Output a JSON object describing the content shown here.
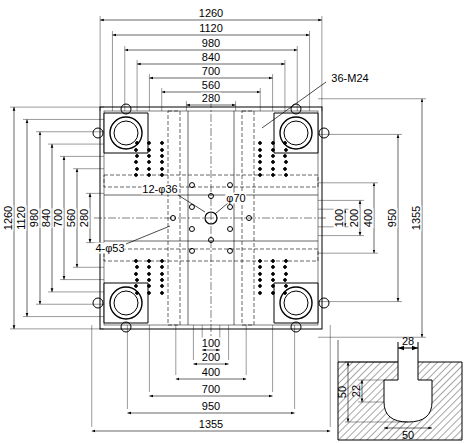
{
  "diagram": {
    "labels": [
      "1260",
      "1120",
      "980",
      "840",
      "700",
      "560",
      "280",
      "36-M24",
      "1260",
      "1120",
      "980",
      "840",
      "700",
      "560",
      "280",
      "12-φ36",
      "φ70",
      "100",
      "200",
      "400",
      "950",
      "1355",
      "4-φ53",
      "100",
      "200",
      "400",
      "700",
      "950",
      "1355",
      "28",
      "50",
      "22",
      "50"
    ]
  }
}
